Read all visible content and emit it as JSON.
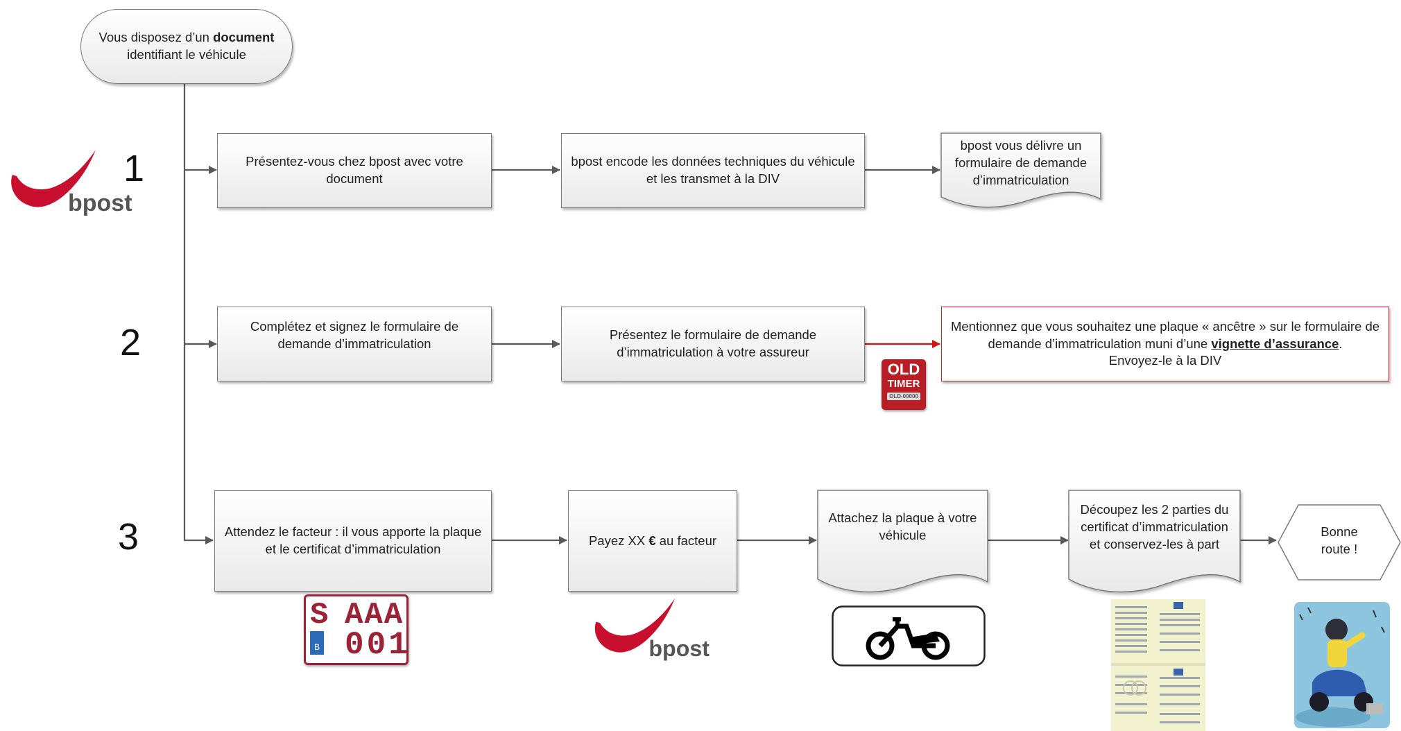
{
  "start": {
    "line1": "Vous disposez d’un ",
    "bold": "document",
    "line2": "identifiant le véhicule"
  },
  "steps": [
    {
      "number": "1"
    },
    {
      "number": "2"
    },
    {
      "number": "3"
    }
  ],
  "row1": {
    "box1": "Présentez-vous chez bpost avec votre document",
    "box2": "bpost encode les données techniques du véhicule et les transmet à la DIV",
    "doc1": "bpost vous délivre un formulaire de demande d’immatriculation"
  },
  "row2": {
    "box1": "Complétez et signez le formulaire de demande d’immatriculation",
    "box2": "Présentez le formulaire de demande d’immatriculation à votre assureur",
    "box3_part1": "Mentionnez que  vous souhaitez une plaque « ancêtre » sur  le formulaire de demande d’immatriculation muni d’une ",
    "box3_bold": "vignette d’assurance",
    "box3_end": ".",
    "box3_line2": "Envoyez-le à la DIV",
    "badge": {
      "line1": "OLD",
      "line2": "TIMER",
      "plate": "OLD-00000"
    }
  },
  "row3": {
    "box1": "Attendez le facteur : il vous apporte la plaque et le certificat d’immatriculation",
    "box2_pre": "Payez XX ",
    "box2_bold": "€",
    "box2_post": " au facteur",
    "doc1": "Attachez la plaque à votre véhicule",
    "doc2": "Découpez les 2 parties du certificat d’immatriculation et conservez-les à part",
    "hex": "Bonne route !",
    "plate": {
      "letter": "S",
      "code": "AAA",
      "num": "001",
      "country": "B"
    }
  },
  "logo": {
    "text": "bpost"
  },
  "colors": {
    "logo_red": "#c8102e",
    "arrow": "#595959",
    "red_arrow": "#d81010"
  }
}
